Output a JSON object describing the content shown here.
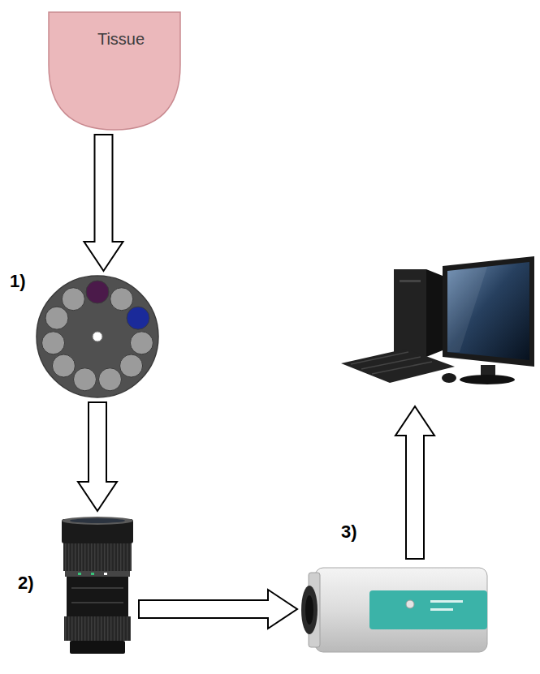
{
  "diagram": {
    "nodes": [
      {
        "text": [
          "Tissue"
        ]
      },
      {
        "text": [
          "1)"
        ]
      },
      {
        "text": [
          "2)"
        ]
      },
      {
        "text": [
          "3)"
        ]
      },
      {
        "text": []
      }
    ],
    "edges": [
      {
        "from": 0,
        "to": 1,
        "arrow": "to"
      },
      {
        "from": 1,
        "to": 2,
        "arrow": "to"
      },
      {
        "from": 2,
        "to": 3,
        "arrow": "to"
      },
      {
        "from": 3,
        "to": 4,
        "arrow": "to"
      }
    ]
  }
}
